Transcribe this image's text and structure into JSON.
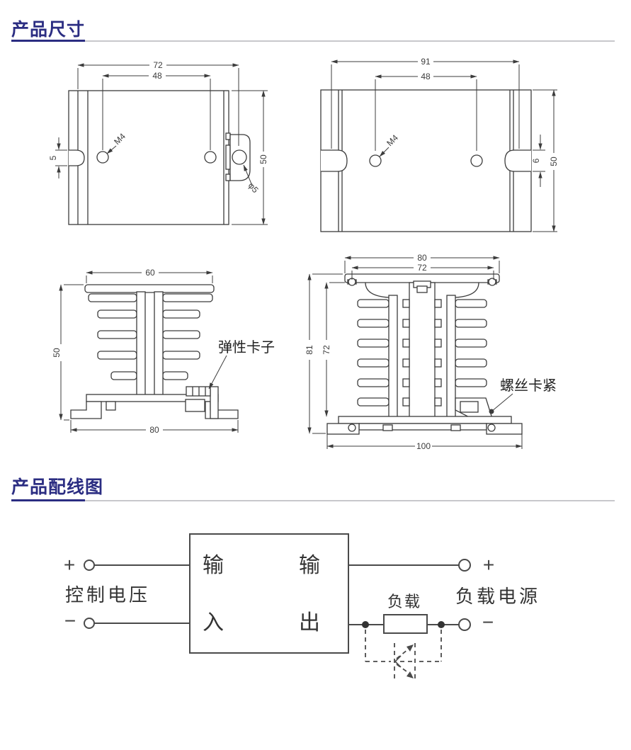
{
  "page": {
    "bg_color": "#ffffff",
    "accent_color": "#2b2d82",
    "divider_gray": "#c8c8cc",
    "line_color": "#3c3c3c"
  },
  "sections": {
    "dimensions": {
      "title": "产品尺寸"
    },
    "wiring": {
      "title": "产品配线图"
    }
  },
  "drawings": {
    "panel_small": {
      "dim_total_width": "72",
      "dim_hole_spacing": "48",
      "dim_slot_height": "5",
      "dim_height": "50",
      "hole_thread": "M4",
      "tab_hole": "φ5"
    },
    "panel_large": {
      "dim_total_width": "91",
      "dim_hole_spacing": "48",
      "dim_slot_height": "6",
      "dim_height": "50",
      "hole_thread": "M4"
    },
    "heatsink_small": {
      "dim_top_width": "60",
      "dim_height": "50",
      "dim_base_width": "80",
      "callout": "弹性卡子"
    },
    "heatsink_large": {
      "dim_top_width": "80",
      "dim_top_inner_width": "72",
      "dim_total_height": "81",
      "dim_inner_height": "72",
      "dim_base_width": "100",
      "callout": "螺丝卡紧"
    }
  },
  "wiring_diagram": {
    "relay_box": {
      "input_top": "输",
      "input_bottom": "入",
      "output_top": "输",
      "output_bottom": "出"
    },
    "control_side": {
      "plus": "+",
      "minus": "−",
      "label": "控制电压"
    },
    "load_side": {
      "plus": "+",
      "minus": "−",
      "label": "负载电源",
      "load_label": "负载"
    }
  }
}
